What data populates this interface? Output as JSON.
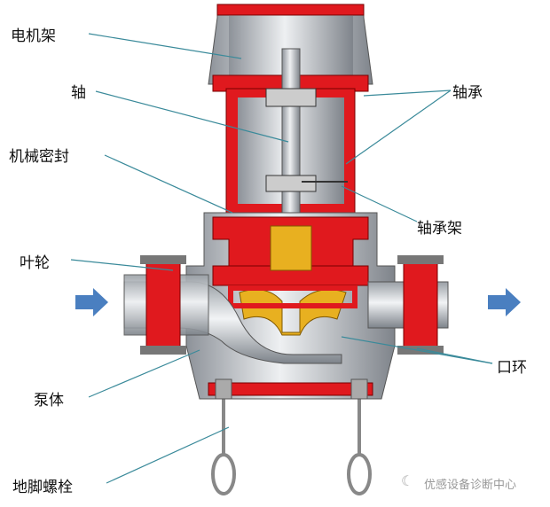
{
  "labels": {
    "motor_stand": "电机架",
    "shaft": "轴",
    "mechanical_seal": "机械密封",
    "impeller": "叶轮",
    "pump_body": "泵体",
    "anchor_bolt": "地脚螺栓",
    "bearing": "轴承",
    "bearing_housing": "轴承架",
    "wear_ring": "口环"
  },
  "watermark": "优感设备诊断中心",
  "colors": {
    "casing": "#e0191e",
    "steel": "#b8bcc2",
    "impeller": "#e8b020",
    "arrow": "#4a7fc0"
  }
}
